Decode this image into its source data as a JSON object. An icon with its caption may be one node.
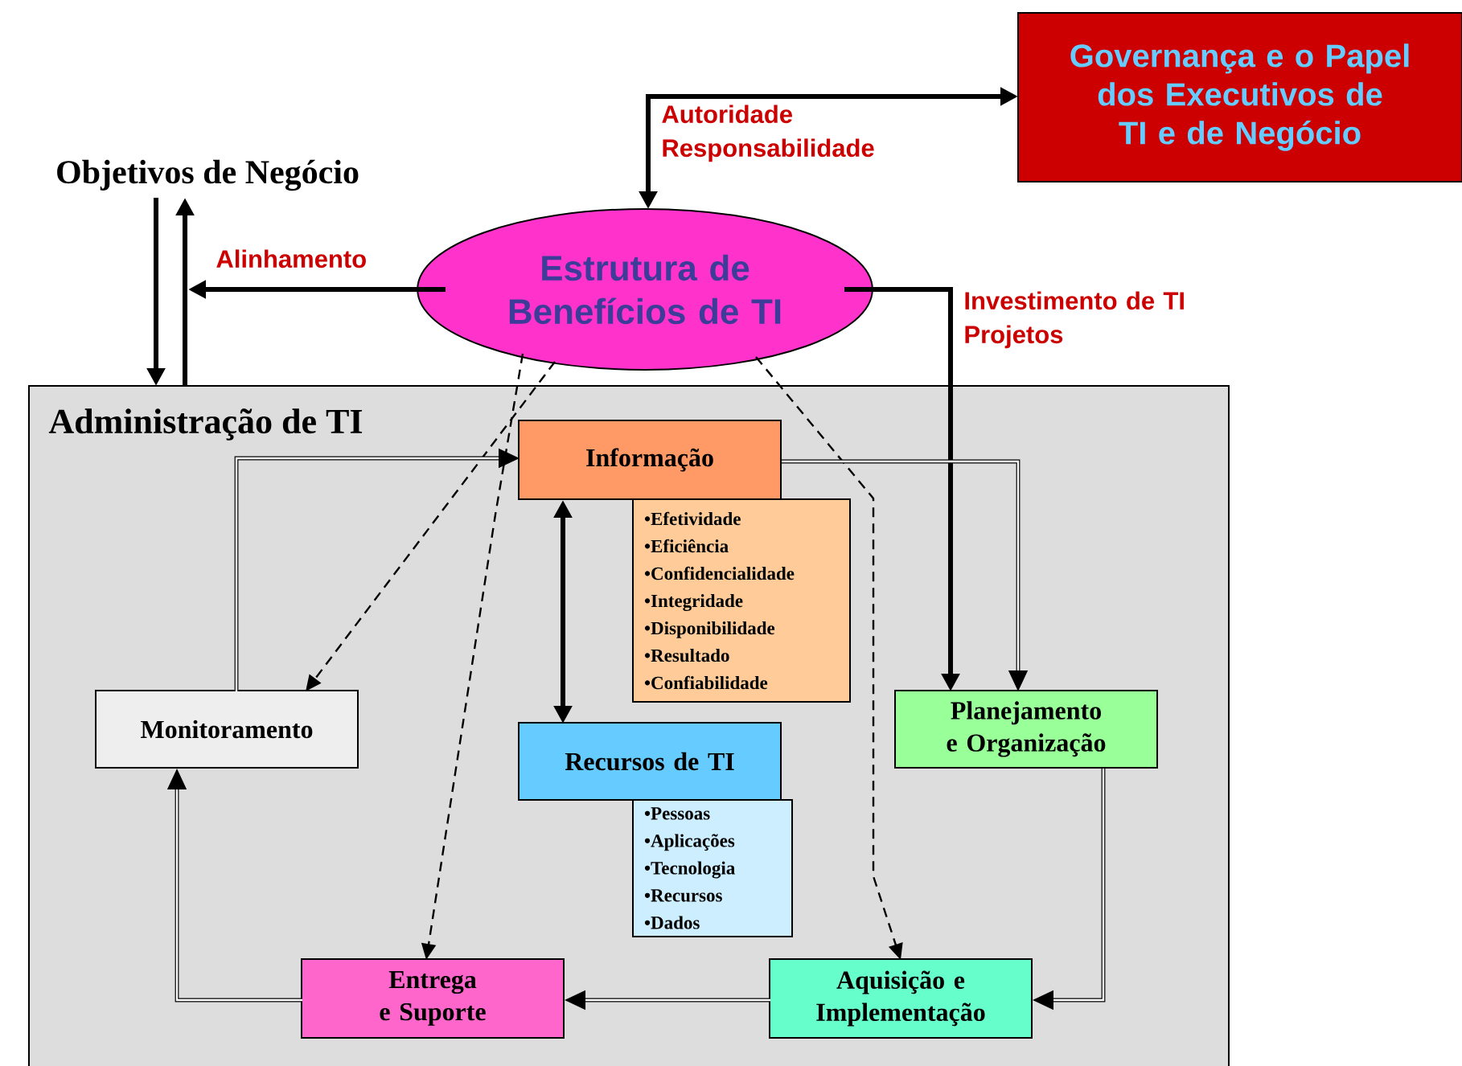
{
  "diagram": {
    "nodes": [
      {
        "text": [
          "Governança e o Papel dos Executivos de TI e de Negócio"
        ]
      },
      {
        "text": [
          "Objetivos de Negócio"
        ]
      },
      {
        "text": [
          "Estrutura de Benefícios de TI"
        ]
      },
      {
        "text": [
          "Administração de TI"
        ]
      },
      {
        "text": [
          "Informação"
        ],
        "in": 3
      },
      {
        "text": [
          "•Efetividade",
          "•Eficiência",
          "•Confidencialidade",
          "•Integridade",
          "•Disponibilidade",
          "•Resultado",
          "•Confiabilidade"
        ],
        "in": 3
      },
      {
        "text": [
          "Monitoramento"
        ],
        "in": 3
      },
      {
        "text": [
          "Planejamento e Organização"
        ],
        "in": 3
      },
      {
        "text": [
          "Recursos de TI"
        ],
        "in": 3
      },
      {
        "text": [
          "•Pessoas",
          "•Aplicações",
          "•Tecnologia",
          "•Recursos",
          "•Dados"
        ],
        "in": 3
      },
      {
        "text": [
          "Entrega e Suporte"
        ],
        "in": 3
      },
      {
        "text": [
          "Aquisição e Implementação"
        ],
        "in": 3
      }
    ],
    "edges": [
      {
        "from": 2,
        "to": 0,
        "arrow": "both",
        "label": "Autoridade Responsabilidade"
      },
      {
        "from": 2,
        "to": 1,
        "arrow": "to",
        "label": "Alinhamento"
      },
      {
        "from": 1,
        "to": 3,
        "arrow": "to"
      },
      {
        "from": 3,
        "to": 1,
        "arrow": "to"
      },
      {
        "from": 2,
        "to": 7,
        "arrow": "to",
        "label": "Investimento de TI Projetos"
      },
      {
        "from": 2,
        "to": 6,
        "arrow": "to",
        "style": "dashed"
      },
      {
        "from": 2,
        "to": 10,
        "arrow": "to",
        "style": "dashed"
      },
      {
        "from": 2,
        "to": 11,
        "arrow": "to",
        "style": "dashed"
      },
      {
        "from": 4,
        "to": 8,
        "arrow": "both"
      },
      {
        "from": 4,
        "to": 7,
        "arrow": "to"
      },
      {
        "from": 7,
        "to": 11,
        "arrow": "to"
      },
      {
        "from": 11,
        "to": 10,
        "arrow": "to"
      },
      {
        "from": 10,
        "to": 6,
        "arrow": "to"
      },
      {
        "from": 6,
        "to": 4,
        "arrow": "to"
      }
    ]
  }
}
